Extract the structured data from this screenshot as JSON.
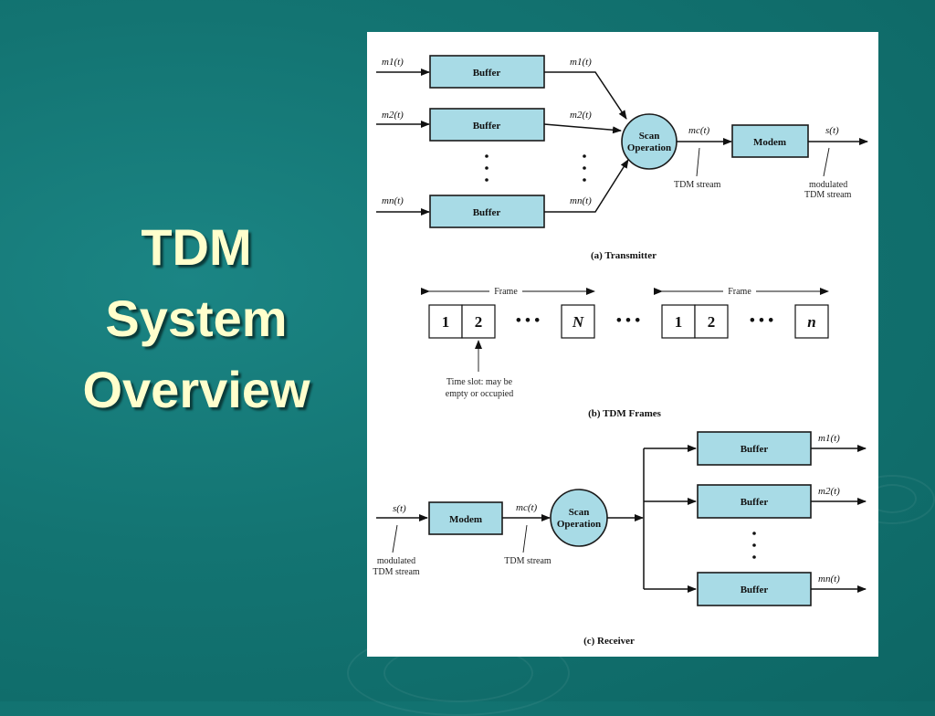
{
  "slide": {
    "title_lines": [
      "TDM",
      "System",
      "Overview"
    ]
  },
  "transmitter": {
    "inputs": [
      "m1(t)",
      "m2(t)",
      "mn(t)"
    ],
    "outputs": [
      "m1(t)",
      "m2(t)",
      "mn(t)"
    ],
    "buffer_label": "Buffer",
    "scan_label_line1": "Scan",
    "scan_label_line2": "Operation",
    "mc_label": "mc(t)",
    "tdm_stream_label": "TDM stream",
    "modem_label": "Modem",
    "st_label": "s(t)",
    "modulated_line1": "modulated",
    "modulated_line2": "TDM stream",
    "caption": "(a) Transmitter"
  },
  "frames": {
    "frame_label": "Frame",
    "frame1_slots": [
      "1",
      "2",
      "N"
    ],
    "frame2_slots": [
      "1",
      "2",
      "n"
    ],
    "timeslot_note_line1": "Time slot: may be",
    "timeslot_note_line2": "empty or occupied",
    "caption": "(b) TDM Frames"
  },
  "receiver": {
    "st_label": "s(t)",
    "modulated_line1": "modulated",
    "modulated_line2": "TDM stream",
    "modem_label": "Modem",
    "mc_label": "mc(t)",
    "tdm_stream_label": "TDM stream",
    "scan_label_line1": "Scan",
    "scan_label_line2": "Operation",
    "buffer_label": "Buffer",
    "outputs": [
      "m1(t)",
      "m2(t)",
      "mn(t)"
    ],
    "caption": "(c) Receiver"
  },
  "colors": {
    "background": "#137472",
    "title": "#ffffcc",
    "box_fill": "#a8dbe6"
  }
}
